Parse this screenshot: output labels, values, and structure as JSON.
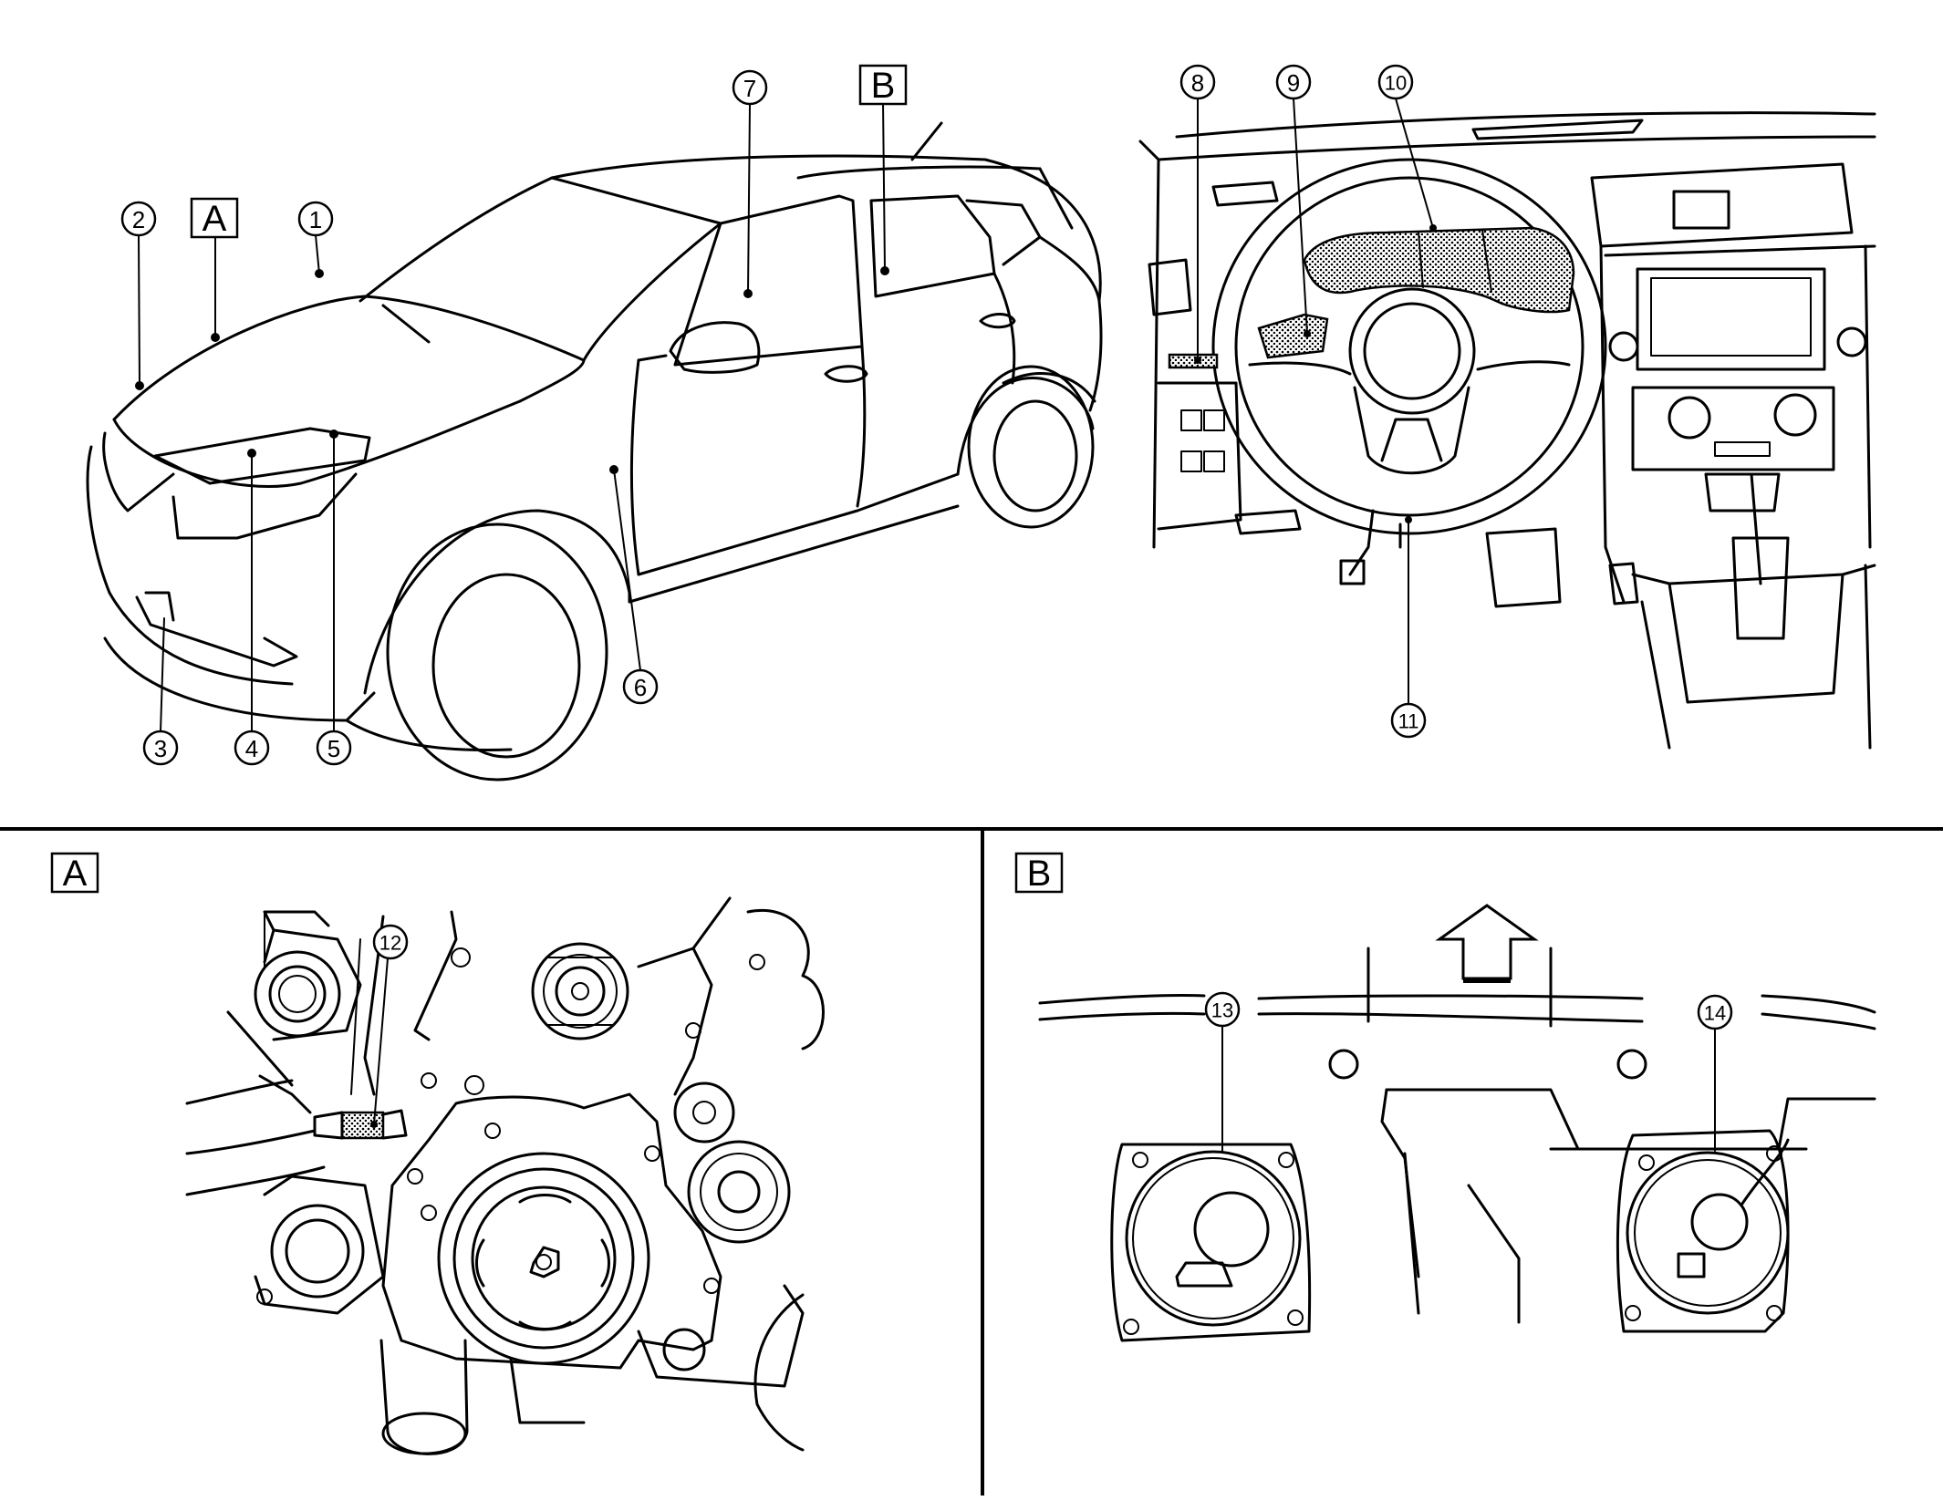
{
  "top_section": {
    "vehicle_exterior": {
      "callouts": [
        "1",
        "2",
        "3",
        "4",
        "5",
        "6",
        "7"
      ],
      "detail_refs": [
        "A",
        "B"
      ]
    },
    "dashboard": {
      "callouts": [
        "8",
        "9",
        "10",
        "11"
      ]
    }
  },
  "detail_a": {
    "label": "A",
    "callouts": [
      "12"
    ]
  },
  "detail_b": {
    "label": "B",
    "callouts": [
      "13",
      "14"
    ],
    "direction_arrow": "arrow-up-icon"
  },
  "colors": {
    "line": "#000000",
    "background": "#ffffff"
  }
}
